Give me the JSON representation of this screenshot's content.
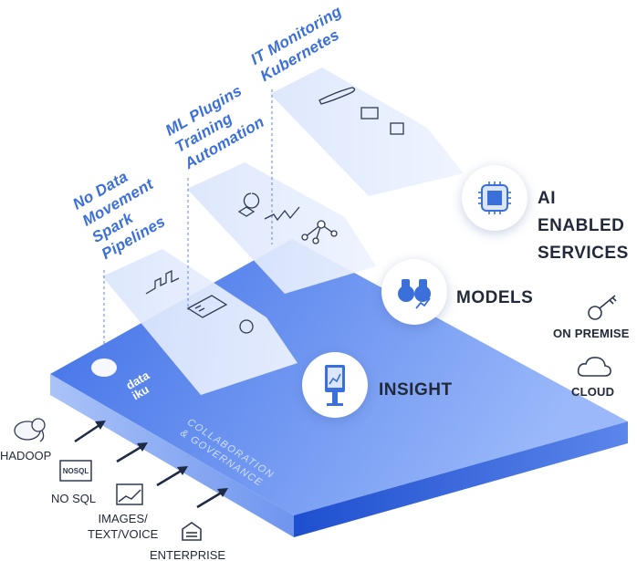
{
  "layers": {
    "top": [
      "IT Monitoring",
      "Kubernetes"
    ],
    "middle": [
      "ML Plugins",
      "Training",
      "Automation"
    ],
    "bottom": [
      "No Data",
      "Movement",
      "Spark",
      "Pipelines"
    ]
  },
  "outputs": {
    "ai": [
      "AI",
      "ENABLED",
      "SERVICES"
    ],
    "models": "MODELS",
    "insight": "INSIGHT"
  },
  "deployment": {
    "on_premise": "ON PREMISE",
    "cloud": "CLOUD"
  },
  "sources": {
    "hadoop": "HADOOP",
    "nosql": "NO SQL",
    "nosql_badge": "NOSQL",
    "images": [
      "IMAGES/",
      "TEXT/VOICE"
    ],
    "enterprise": "ENTERPRISE"
  },
  "platform": {
    "logo": [
      "data",
      "iku"
    ],
    "collab": [
      "COLLABORATION",
      "& GOVERNANCE"
    ]
  },
  "colors": {
    "accent": "#3b6fd9",
    "platform": "#4f7ef0",
    "text": "#222a3a"
  },
  "icons": [
    "elephant-icon",
    "nosql-icon",
    "image-icon",
    "building-icon",
    "key-icon",
    "cloud-icon",
    "chip-icon",
    "binoculars-icon",
    "kiosk-icon"
  ]
}
